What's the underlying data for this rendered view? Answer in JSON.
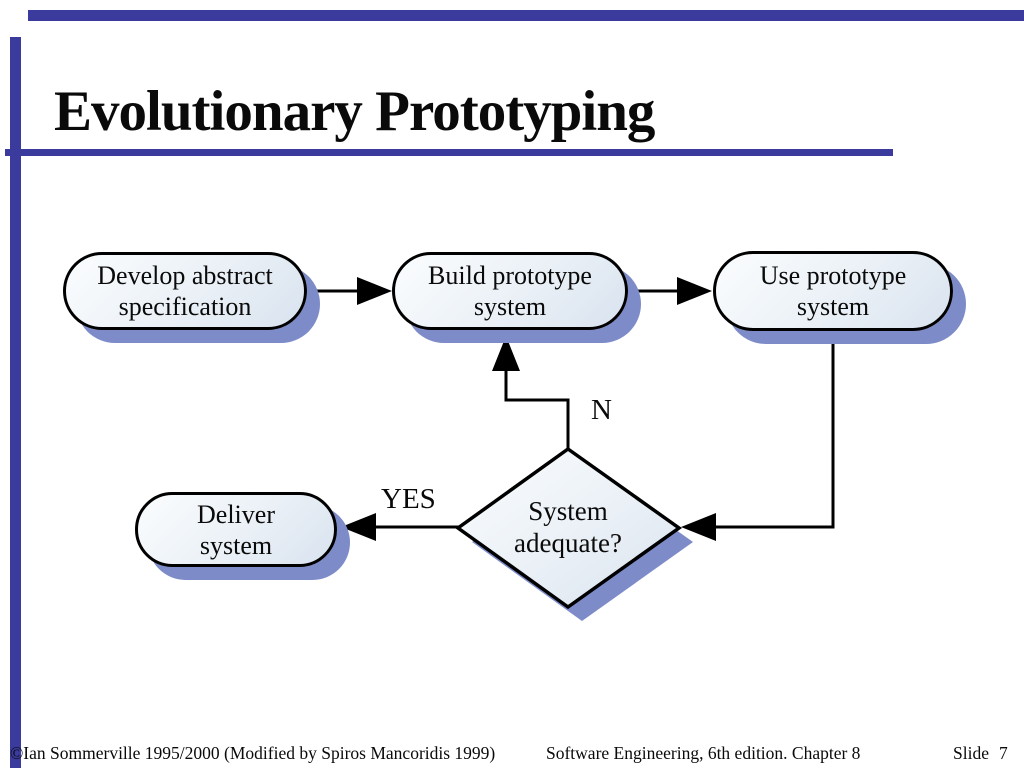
{
  "slide": {
    "title": "Evolutionary Prototyping",
    "colors": {
      "accent_blue": "#3b3b9d",
      "node_shadow": "#7d8cc9",
      "node_fill_top": "#fbfdfe",
      "node_fill_bottom": "#d9e3ef",
      "outline": "#000000",
      "text": "#0a0a0a",
      "background": "#ffffff"
    }
  },
  "diagram": {
    "nodes": {
      "develop": {
        "line1": "Develop abstract",
        "line2": "specification"
      },
      "build": {
        "line1": "Build prototype",
        "line2": "system"
      },
      "use": {
        "line1": "Use prototype",
        "line2": "system"
      },
      "deliver": {
        "line1": "Deliver",
        "line2": "system"
      },
      "decision": {
        "line1": "System",
        "line2": "adequate?"
      }
    },
    "edge_labels": {
      "no": "N",
      "yes": "YES"
    },
    "flow": [
      "Develop abstract specification -> Build prototype system",
      "Build prototype system -> Use prototype system",
      "Use prototype system -> System adequate?",
      "System adequate? -N-> Build prototype system",
      "System adequate? -YES-> Deliver system"
    ]
  },
  "footer": {
    "copyright": "©Ian Sommerville 1995/2000 (Modified by Spiros Mancoridis 1999)",
    "book": "Software Engineering, 6th edition. Chapter 8",
    "slide_label": "Slide",
    "slide_number": "7"
  }
}
